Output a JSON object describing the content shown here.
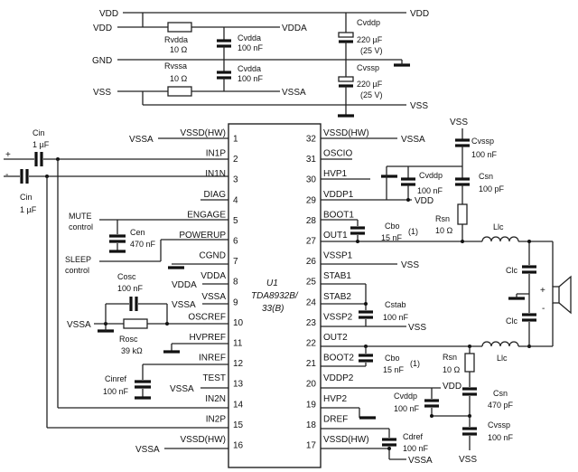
{
  "ic": {
    "ref": "U1",
    "part_line1": "TDA8932B/",
    "part_line2": "33(B)"
  },
  "pins_left": [
    {
      "num": "1",
      "name": "VSSD(HW)"
    },
    {
      "num": "2",
      "name": "IN1P"
    },
    {
      "num": "3",
      "name": "IN1N"
    },
    {
      "num": "4",
      "name": "DIAG"
    },
    {
      "num": "5",
      "name": "ENGAGE"
    },
    {
      "num": "6",
      "name": "POWERUP"
    },
    {
      "num": "7",
      "name": "CGND"
    },
    {
      "num": "8",
      "name": "VDDA"
    },
    {
      "num": "9",
      "name": "VSSA"
    },
    {
      "num": "10",
      "name": "OSCREF"
    },
    {
      "num": "11",
      "name": "HVPREF"
    },
    {
      "num": "12",
      "name": "INREF"
    },
    {
      "num": "13",
      "name": "TEST"
    },
    {
      "num": "14",
      "name": "IN2N"
    },
    {
      "num": "15",
      "name": "IN2P"
    },
    {
      "num": "16",
      "name": "VSSD(HW)"
    }
  ],
  "pins_right": [
    {
      "num": "32",
      "name": "VSSD(HW)"
    },
    {
      "num": "31",
      "name": "OSCIO"
    },
    {
      "num": "30",
      "name": "HVP1"
    },
    {
      "num": "29",
      "name": "VDDP1"
    },
    {
      "num": "28",
      "name": "BOOT1"
    },
    {
      "num": "27",
      "name": "OUT1"
    },
    {
      "num": "26",
      "name": "VSSP1"
    },
    {
      "num": "25",
      "name": "STAB1"
    },
    {
      "num": "24",
      "name": "STAB2"
    },
    {
      "num": "23",
      "name": "VSSP2"
    },
    {
      "num": "22",
      "name": "OUT2"
    },
    {
      "num": "21",
      "name": "BOOT2"
    },
    {
      "num": "20",
      "name": "VDDP2"
    },
    {
      "num": "19",
      "name": "HVP2"
    },
    {
      "num": "18",
      "name": "DREF"
    },
    {
      "num": "17",
      "name": "VSSD(HW)"
    }
  ],
  "rails": {
    "vdd": "VDD",
    "gnd": "GND",
    "vss": "VSS",
    "vdda": "VDDA",
    "vssa": "VSSA",
    "vdd_right": "VDD",
    "vss_right": "VSS"
  },
  "supply": {
    "rvdda": {
      "name": "Rvdda",
      "value": "10 Ω"
    },
    "rvssa": {
      "name": "Rvssa",
      "value": "10 Ω"
    },
    "cvdda1": {
      "name": "Cvdda",
      "value": "100 nF"
    },
    "cvdda2": {
      "name": "Cvdda",
      "value": "100 nF"
    },
    "cvddp": {
      "name": "Cvddp",
      "value": "220 µF",
      "rating": "(25 V)"
    },
    "cvssp": {
      "name": "Cvssp",
      "value": "220 µF",
      "rating": "(25 V)"
    }
  },
  "input": {
    "plus": "+",
    "minus": "-",
    "cin1": {
      "name": "Cin",
      "value": "1 µF"
    },
    "cin2": {
      "name": "Cin",
      "value": "1 µF"
    }
  },
  "control": {
    "mute_line1": "MUTE",
    "mute_line2": "control",
    "sleep_line1": "SLEEP",
    "sleep_line2": "control",
    "cen": {
      "name": "Cen",
      "value": "470 nF"
    },
    "cosc": {
      "name": "Cosc",
      "value": "100 nF"
    },
    "rosc": {
      "name": "Rosc",
      "value": "39 kΩ"
    },
    "cinref": {
      "name": "Cinref",
      "value": "100 nF"
    }
  },
  "left_net_labels": {
    "vssa_pin1": "VSSA",
    "vdda_pin8": "VDDA",
    "vssa_pin9": "VSSA",
    "vssa_pin10": "VSSA",
    "vssa_pin13": "VSSA",
    "vssa_pin16": "VSSA"
  },
  "right_net_labels": {
    "vssa_pin32": "VSSA",
    "vdd_pin29": "VDD",
    "vss_pin26": "VSS",
    "vss_pin23": "VSS",
    "vdd_pin20": "VDD",
    "vssa_pin17": "VSSA",
    "vss_top": "VSS",
    "vss_bottom": "VSS"
  },
  "output": {
    "cvssp_top": {
      "name": "Cvssp",
      "value": "100 nF"
    },
    "cvddp_top": {
      "name": "Cvddp",
      "value": "100 nF"
    },
    "csn_top": {
      "name": "Csn",
      "value": "100 pF"
    },
    "rsn_top": {
      "name": "Rsn",
      "value": "10 Ω"
    },
    "cbo1": {
      "name": "Cbo",
      "value": "15 nF",
      "note": "(1)"
    },
    "lic1": "Llc",
    "lic2": "Llc",
    "clc1": "Clc",
    "clc2": "Clc",
    "cstab": {
      "name": "Cstab",
      "value": "100 nF"
    },
    "cbo2": {
      "name": "Cbo",
      "value": "15 nF",
      "note": "(1)"
    },
    "rsn_bot": {
      "name": "Rsn",
      "value": "10 Ω"
    },
    "cvddp_bot": {
      "name": "Cvddp",
      "value": "100 nF"
    },
    "csn_bot": {
      "name": "Csn",
      "value": "470 pF"
    },
    "cvssp_bot": {
      "name": "Cvssp",
      "value": "100 nF"
    },
    "cdref": {
      "name": "Cdref",
      "value": "100 nF"
    },
    "spk_plus": "+",
    "spk_minus": "-"
  }
}
